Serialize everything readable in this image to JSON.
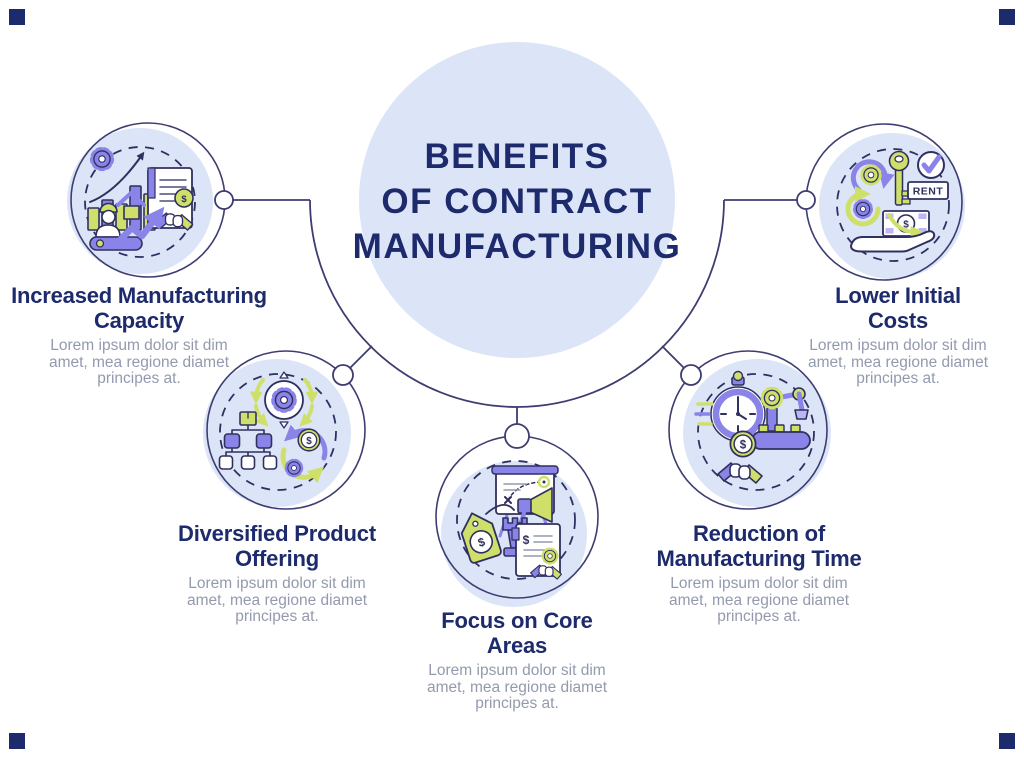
{
  "infographic": {
    "title": "BENEFITS\nOF CONTRACT\nMANUFACTURING",
    "benefits": [
      {
        "id": "increased-manufacturing-capacity",
        "title": "Increased Manufacturing\nCapacity",
        "description": "Lorem ipsum dolor sit dim\namet, mea regione diamet\nprincipes at.",
        "icon": "production-growth-icon"
      },
      {
        "id": "lower-initial-costs",
        "title": "Lower Initial\nCosts",
        "description": "Lorem ipsum dolor sit dim\namet, mea regione diamet\nprincipes at.",
        "icon": "rent-cost-savings-icon",
        "icon_text": "RENT"
      },
      {
        "id": "diversified-product-offering",
        "title": "Diversified Product\nOffering",
        "description": "Lorem ipsum dolor sit dim\namet, mea regione diamet\nprincipes at.",
        "icon": "product-distribution-icon"
      },
      {
        "id": "reduction-of-manufacturing-time",
        "title": "Reduction of\nManufacturing Time",
        "description": "Lorem ipsum dolor sit dim\namet, mea regione diamet\nprincipes at.",
        "icon": "fast-production-time-icon"
      },
      {
        "id": "focus-on-core-areas",
        "title": "Focus on Core\nAreas",
        "description": "Lorem ipsum dolor sit dim\namet, mea regione diamet\nprincipes at.",
        "icon": "core-strategy-icon"
      }
    ],
    "glyphs": {
      "dollar": "$"
    },
    "colors": {
      "circle_fill": "#dce4f8",
      "heading_navy": "#1d2a6c",
      "body_gray": "#939aad",
      "line_navy": "#3d3d72",
      "icon_outline": "#30305f",
      "icon_purple": "#8a84e8",
      "icon_purple_light": "#bcb6f2",
      "icon_green": "#cfe06a",
      "corner_mark": "#1d2a6c"
    }
  }
}
